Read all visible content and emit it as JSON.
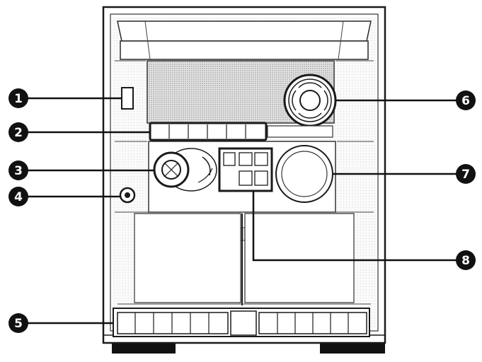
{
  "diagram": {
    "callouts": [
      {
        "id": 1,
        "label": "1"
      },
      {
        "id": 2,
        "label": "2"
      },
      {
        "id": 3,
        "label": "3"
      },
      {
        "id": 4,
        "label": "4"
      },
      {
        "id": 5,
        "label": "5"
      },
      {
        "id": 6,
        "label": "6"
      },
      {
        "id": 7,
        "label": "7"
      },
      {
        "id": 8,
        "label": "8"
      }
    ],
    "colors": {
      "ink": "#1a1a1a",
      "paper": "#ffffff",
      "screen_tone": "#bdbdbd"
    }
  }
}
